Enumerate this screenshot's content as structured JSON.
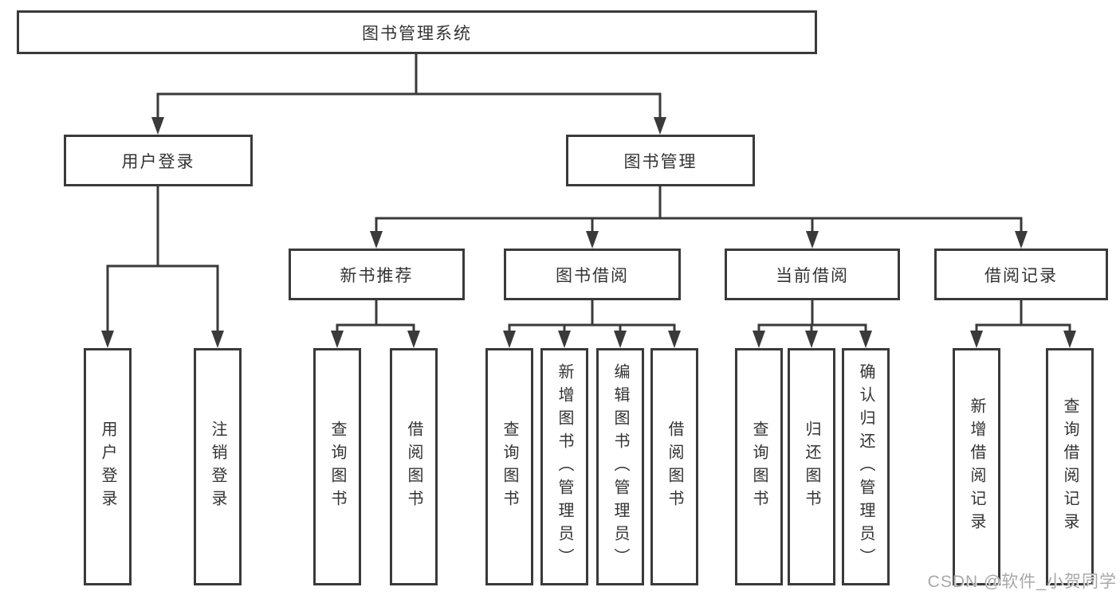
{
  "tree": {
    "label": "图书管理系统",
    "children": [
      {
        "label": "用户登录",
        "children": [
          {
            "label": "用户登录"
          },
          {
            "label": "注销登录"
          }
        ]
      },
      {
        "label": "图书管理",
        "children": [
          {
            "label": "新书推荐",
            "children": [
              {
                "label": "查询图书"
              },
              {
                "label": "借阅图书"
              }
            ]
          },
          {
            "label": "图书借阅",
            "children": [
              {
                "label": "查询图书"
              },
              {
                "label": "新增图书（管理员）"
              },
              {
                "label": "编辑图书（管理员）"
              },
              {
                "label": "借阅图书"
              }
            ]
          },
          {
            "label": "当前借阅",
            "children": [
              {
                "label": "查询图书"
              },
              {
                "label": "归还图书"
              },
              {
                "label": "确认归还（管理员）"
              }
            ]
          },
          {
            "label": "借阅记录",
            "children": [
              {
                "label": "新增借阅记录"
              },
              {
                "label": "查询借阅记录"
              }
            ]
          }
        ]
      }
    ]
  },
  "watermark": {
    "text": "CSDN @软件_小贺同学"
  },
  "colors": {
    "line": "#3a3a3a",
    "box_border": "#3a3a3a",
    "text": "#333333",
    "background": "#ffffff",
    "watermark": "#a8a8a8"
  }
}
